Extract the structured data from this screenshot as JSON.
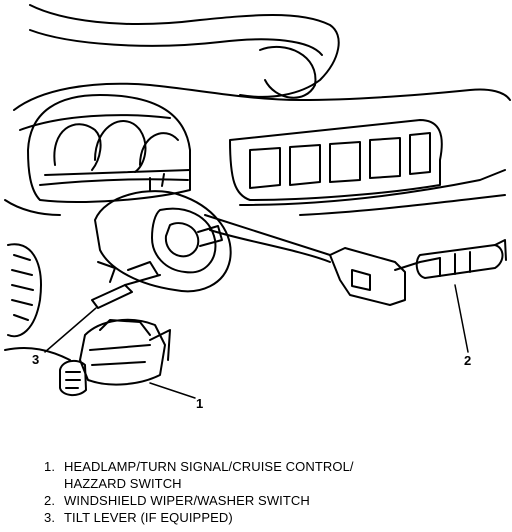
{
  "callouts": [
    {
      "id": "1",
      "label": "1"
    },
    {
      "id": "2",
      "label": "2"
    },
    {
      "id": "3",
      "label": "3"
    }
  ],
  "legend": [
    {
      "number": "1.",
      "lines": [
        "HEADLAMP/TURN SIGNAL/CRUISE CONTROL/",
        "HAZZARD SWITCH"
      ]
    },
    {
      "number": "2.",
      "lines": [
        "WINDSHIELD WIPER/WASHER SWITCH"
      ]
    },
    {
      "number": "3.",
      "lines": [
        "TILT LEVER (IF EQUIPPED)"
      ]
    }
  ]
}
